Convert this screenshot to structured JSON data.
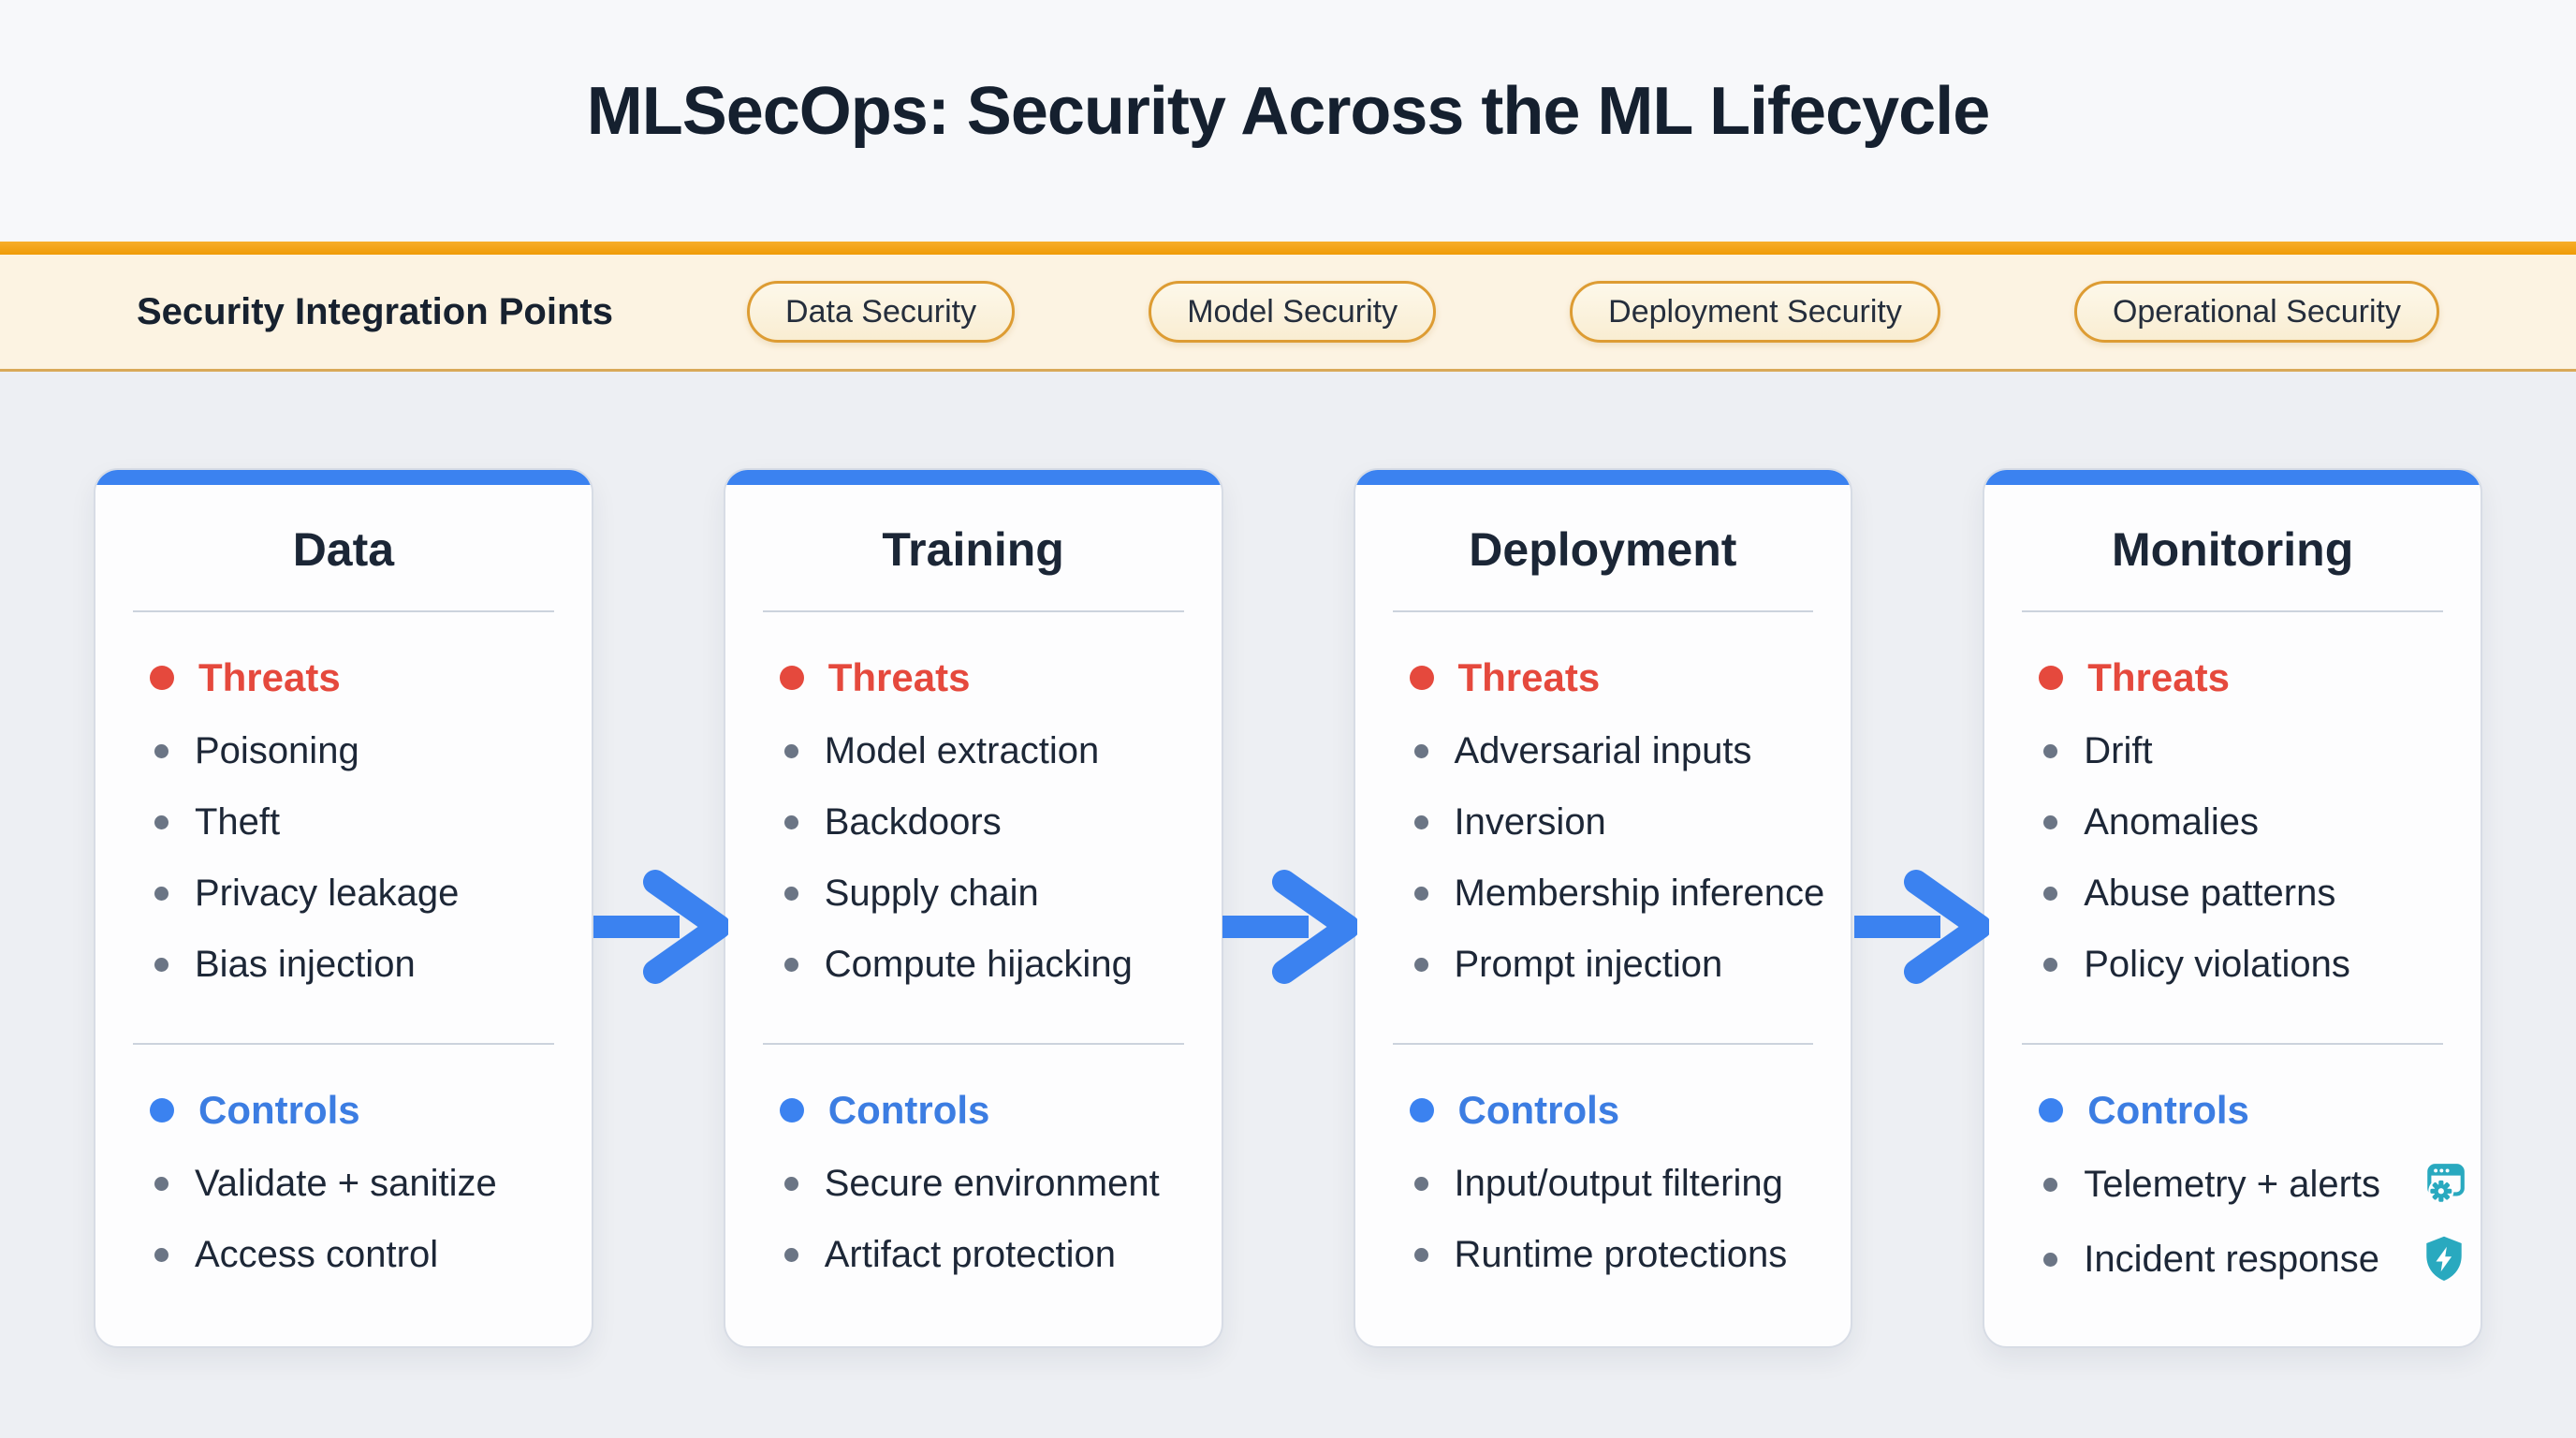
{
  "page": {
    "title": "MLSecOps: Security Across the ML Lifecycle"
  },
  "integration": {
    "label": "Security Integration Points",
    "pills": [
      {
        "label": "Data Security"
      },
      {
        "label": "Model Security"
      },
      {
        "label": "Deployment Security"
      },
      {
        "label": "Operational Security"
      }
    ]
  },
  "stages": [
    {
      "title": "Data",
      "threats_label": "Threats",
      "threats": [
        "Poisoning",
        "Theft",
        "Privacy leakage",
        "Bias injection"
      ],
      "controls_label": "Controls",
      "controls": [
        "Validate + sanitize",
        "Access control"
      ]
    },
    {
      "title": "Training",
      "threats_label": "Threats",
      "threats": [
        "Model extraction",
        "Backdoors",
        "Supply chain",
        "Compute hijacking"
      ],
      "controls_label": "Controls",
      "controls": [
        "Secure environment",
        "Artifact protection"
      ]
    },
    {
      "title": "Deployment",
      "threats_label": "Threats",
      "threats": [
        "Adversarial inputs",
        "Inversion",
        "Membership inference",
        "Prompt injection"
      ],
      "controls_label": "Controls",
      "controls": [
        "Input/output filtering",
        "Runtime protections"
      ]
    },
    {
      "title": "Monitoring",
      "threats_label": "Threats",
      "threats": [
        "Drift",
        "Anomalies",
        "Abuse patterns",
        "Policy violations"
      ],
      "controls_label": "Controls",
      "controls": [
        "Telemetry + alerts",
        "Incident response"
      ],
      "control_icons": [
        "browser-gear-icon",
        "shield-bolt-icon"
      ]
    }
  ],
  "icons": {
    "flow_arrow": "flow-arrow-icon",
    "telemetry": "browser-gear-icon",
    "incident": "shield-bolt-icon"
  },
  "colors": {
    "accent_blue": "#3b82f0",
    "threats_red": "#e5493d",
    "controls_blue": "#3c7de2",
    "band_orange": "#f2a118",
    "band_cream": "#fcf3e2",
    "pill_border": "#dd9c33",
    "icon_teal": "#29a9bf",
    "title_navy": "#15202f"
  }
}
